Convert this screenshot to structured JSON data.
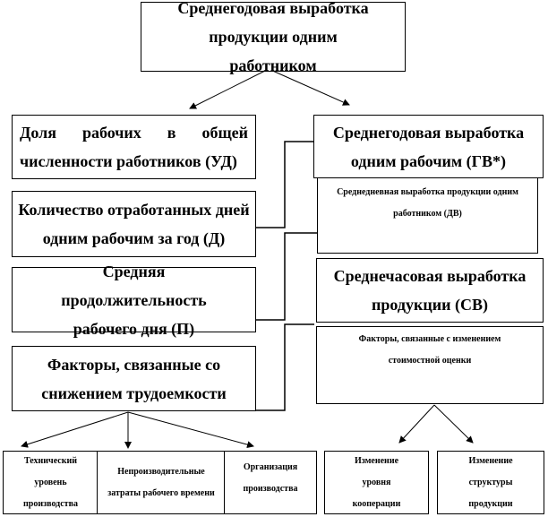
{
  "root": {
    "title": "Среднегодовая выработка продукции одним работником"
  },
  "left": [
    "Доля рабочих в общей численности работников (УД)",
    "Количество отработанных дней одним рабочим за год (Д)",
    "Средняя продолжительность рабочего дня (П)",
    "Факторы, связанные со снижением трудоемкости"
  ],
  "right": [
    "Среднегодовая выработка одним рабочим (ГВ*)",
    "Среднедневная выработка продукции одним работником (ДВ)",
    "Среднечасовая выработка продукции (СВ)",
    "Факторы, связанные с изменением стоимостной оценки"
  ],
  "bottom_left": [
    "Технический уровень производства",
    "Непроизводительные затраты рабочего времени",
    "Организация производства"
  ],
  "bottom_right": [
    "Изменение уровня кооперации",
    "Изменение структуры продукции"
  ]
}
